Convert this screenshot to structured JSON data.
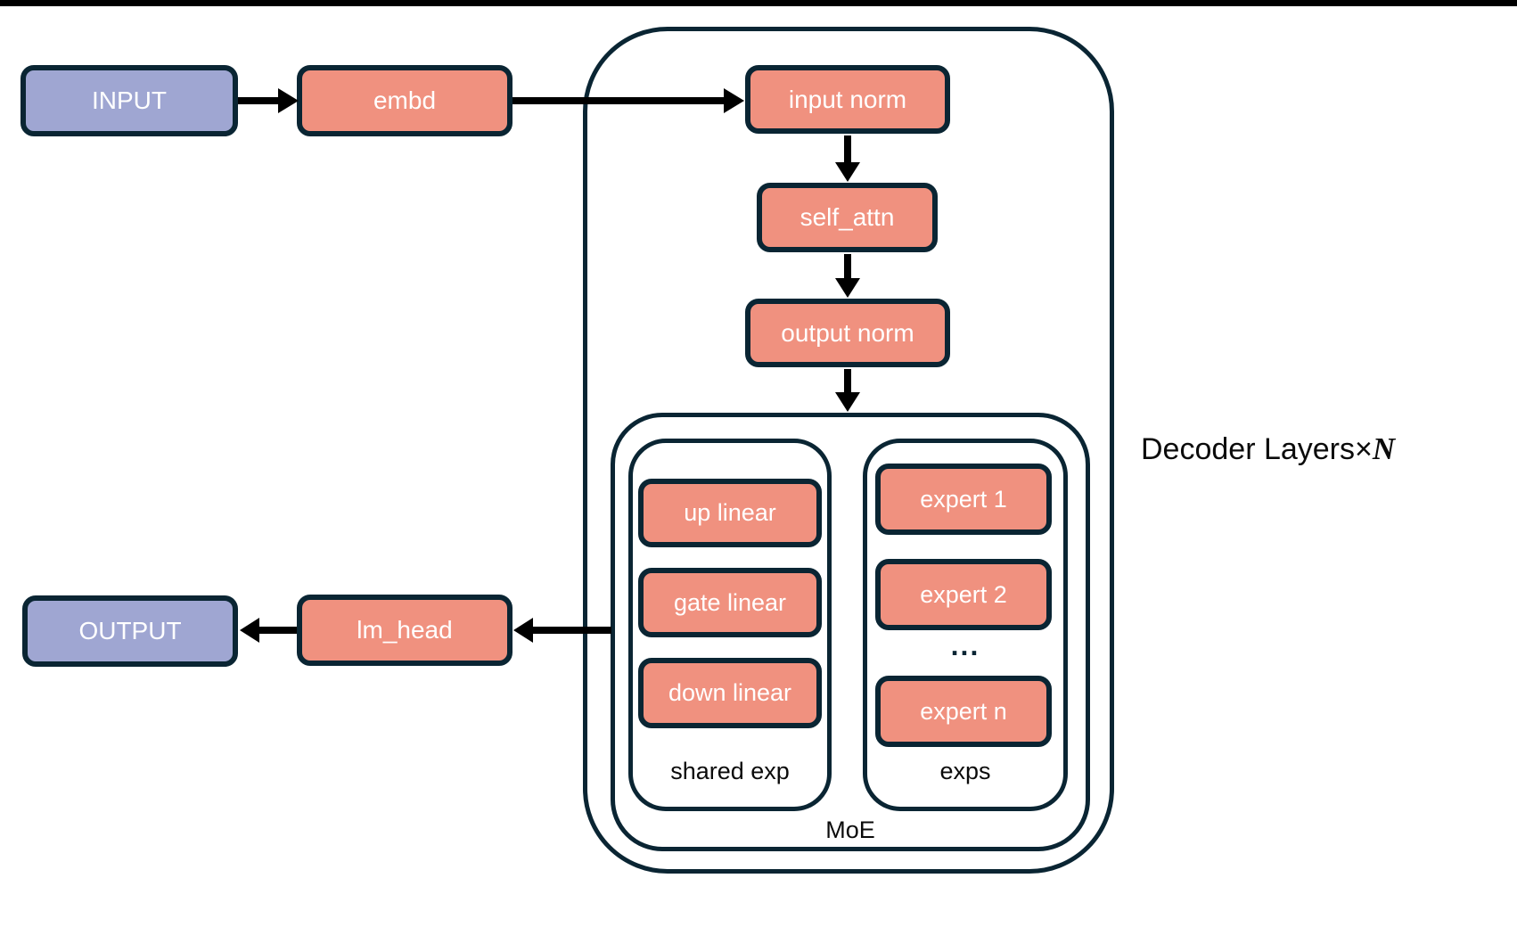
{
  "labels": {
    "input": "INPUT",
    "embd": "embd",
    "input_norm": "input norm",
    "self_attn": "self_attn",
    "output_norm": "output norm",
    "up_linear": "up linear",
    "gate_linear": "gate linear",
    "down_linear": "down linear",
    "expert_1": "expert 1",
    "expert_2": "expert 2",
    "experts_ellipsis": "...",
    "expert_n": "expert n",
    "shared_exp": "shared exp",
    "exps": "exps",
    "moe": "MoE",
    "lm_head": "lm_head",
    "output": "OUTPUT",
    "decoder_layers": "Decoder Layers",
    "times_sign": "×",
    "n_variable": "N"
  },
  "colors": {
    "block_fill": "#F0917F",
    "io_fill": "#9FA6D2",
    "outline": "#0A2533",
    "arrow": "#000000",
    "background": "#FFFFFF"
  }
}
